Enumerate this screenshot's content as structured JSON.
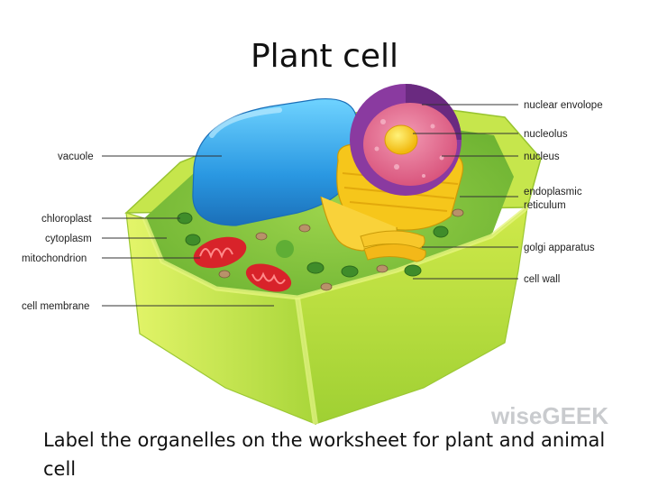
{
  "title": "Plant cell",
  "labels": {
    "nuclear_envelope": "nuclear envolope",
    "nucleolus": "nucleolus",
    "nucleus": "nucleus",
    "endoplasmic_reticulum_line1": "endoplasmic",
    "endoplasmic_reticulum_line2": "reticulum",
    "golgi_apparatus": "golgi apparatus",
    "cell_wall": "cell wall",
    "vacuole": "vacuole",
    "chloroplast": "chloroplast",
    "cytoplasm": "cytoplasm",
    "mitochondrion": "mitochondrion",
    "cell_membrane": "cell membrane"
  },
  "watermark": "wiseGEEK",
  "caption": "Label the organelles on the worksheet for plant and animal cell",
  "colors": {
    "wall_light": "#d7ef5a",
    "wall_mid": "#aedc3a",
    "cytoplasm": "#86c540",
    "vacuole": "#2f9fe6",
    "nucleus_outer": "#8a3aa0",
    "nucleus_inner": "#e8688f",
    "nucleolus": "#f5c81e",
    "er": "#f6c61b",
    "mitochondrion": "#d8232a",
    "chloroplast": "#3f8c2a"
  }
}
